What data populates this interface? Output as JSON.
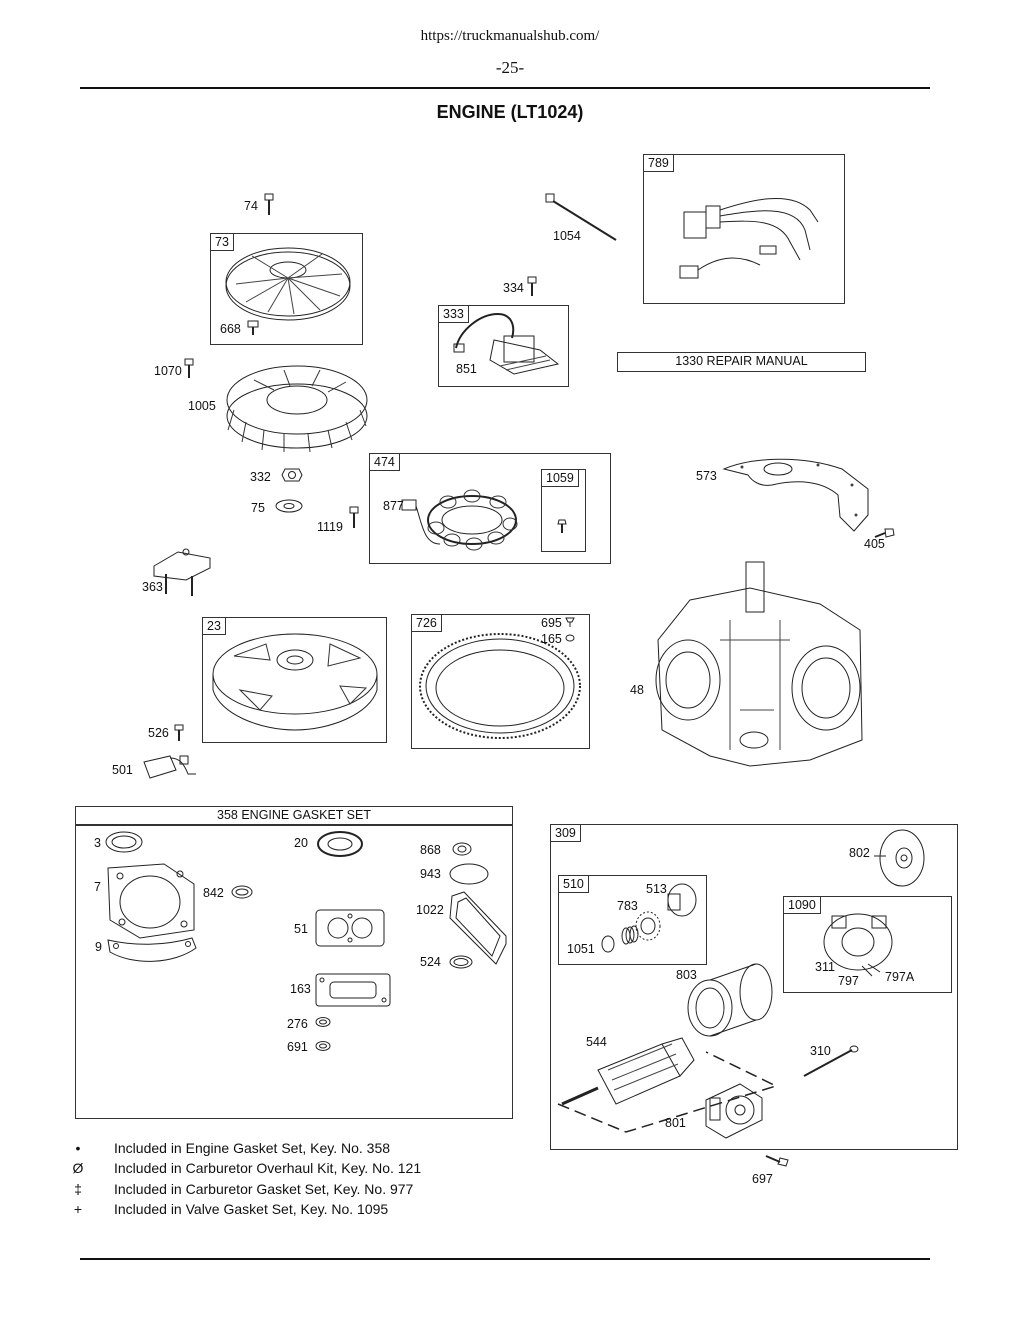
{
  "header": {
    "url": "https://truckmanualshub.com/",
    "page_number": "-25-",
    "title": "ENGINE (LT1024)"
  },
  "boxes": {
    "b789": "789",
    "b73": "73",
    "b333": "333",
    "b474": "474",
    "b1059": "1059",
    "b23": "23",
    "b726": "726",
    "b309": "309",
    "b510": "510",
    "b1090": "1090"
  },
  "bars": {
    "repair_manual": "1330 REPAIR MANUAL",
    "gasket_set": "358 ENGINE GASKET SET"
  },
  "parts": {
    "p74": "74",
    "p1054": "1054",
    "p334": "334",
    "p668": "668",
    "p851": "851",
    "p1070": "1070",
    "p1005": "1005",
    "p332": "332",
    "p75": "75",
    "p1119": "1119",
    "p877": "877",
    "p573": "573",
    "p405": "405",
    "p363": "363",
    "p695": "695",
    "p165": "165",
    "p48": "48",
    "p526": "526",
    "p501": "501",
    "p3": "3",
    "p20": "20",
    "p868": "868",
    "p943": "943",
    "p7": "7",
    "p842": "842",
    "p1022": "1022",
    "p51": "51",
    "p9": "9",
    "p524": "524",
    "p163": "163",
    "p276": "276",
    "p691": "691",
    "p802": "802",
    "p513": "513",
    "p783": "783",
    "p1051": "1051",
    "p803": "803",
    "p311": "311",
    "p797": "797",
    "p797a": "797A",
    "p544": "544",
    "p310": "310",
    "p801": "801",
    "p697": "697"
  },
  "legend": [
    {
      "symbol": "•",
      "text": "Included in Engine Gasket Set, Key. No. 358"
    },
    {
      "symbol": "Ø",
      "text": "Included in Carburetor Overhaul Kit, Key. No. 121"
    },
    {
      "symbol": "‡",
      "text": "Included in Carburetor Gasket Set, Key. No. 977"
    },
    {
      "symbol": "+",
      "text": "Included in Valve Gasket Set, Key. No. 1095"
    }
  ]
}
